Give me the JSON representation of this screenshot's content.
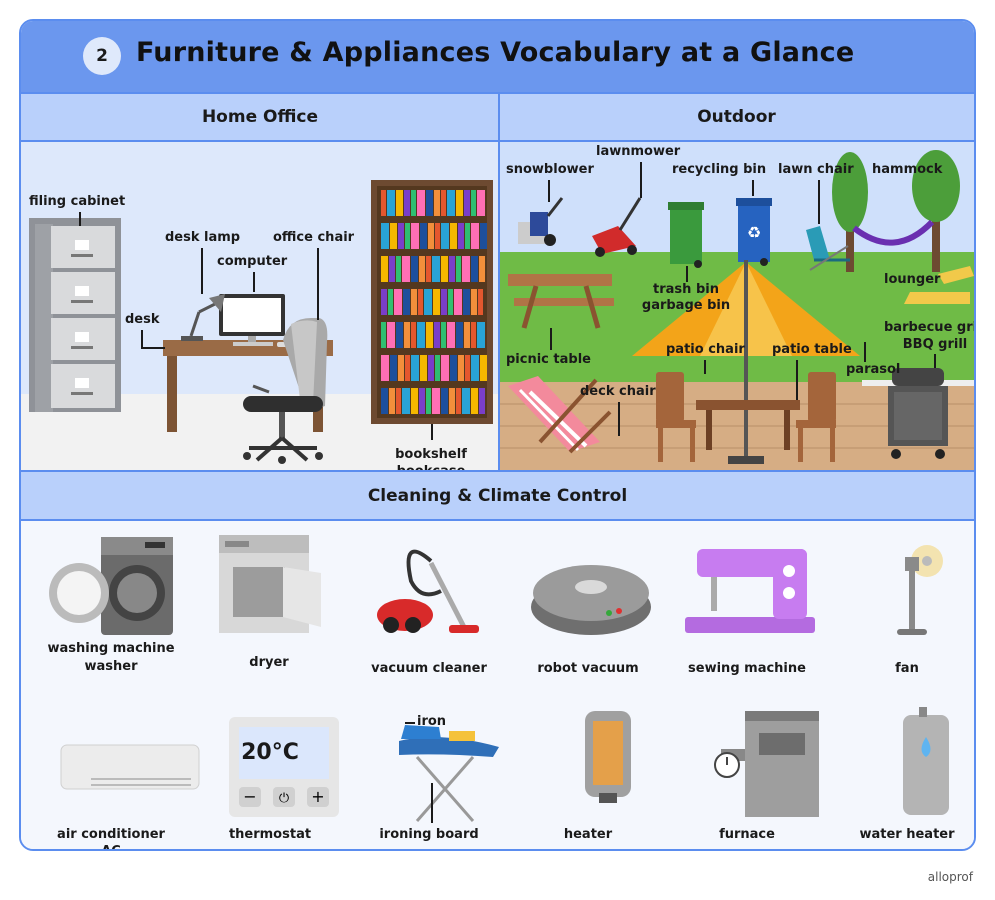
{
  "header": {
    "badge": "2",
    "title": "Furniture & Appliances Vocabulary at a Glance"
  },
  "sections": {
    "home_office": "Home Office",
    "outdoor": "Outdoor",
    "cleaning": "Cleaning & Climate Control"
  },
  "home_office": {
    "filing_cabinet": "filing cabinet",
    "desk_lamp": "desk lamp",
    "office_chair": "office chair",
    "computer": "computer",
    "desk": "desk",
    "bookshelf": "bookshelf",
    "bookcase": "bookcase"
  },
  "outdoor": {
    "lawnmower": "lawnmower",
    "snowblower": "snowblower",
    "recycling_bin": "recycling bin",
    "lawn_chair": "lawn chair",
    "hammock": "hammock",
    "trash_bin": "trash bin",
    "garbage_bin": "garbage bin",
    "lounger": "lounger",
    "barbecue_grill": "barbecue grill",
    "bbq_grill": "BBQ grill",
    "picnic_table": "picnic table",
    "patio_chair": "patio chair",
    "patio_table": "patio table",
    "parasol": "parasol",
    "deck_chair": "deck chair"
  },
  "cleaning": {
    "washing_machine": "washing machine",
    "washer": "washer",
    "dryer": "dryer",
    "vacuum_cleaner": "vacuum cleaner",
    "robot_vacuum": "robot vacuum",
    "sewing_machine": "sewing machine",
    "fan": "fan",
    "air_conditioner": "air conditioner",
    "ac": "AC",
    "thermostat": "thermostat",
    "thermostat_display": "20°C",
    "iron": "iron",
    "ironing_board": "ironing board",
    "heater": "heater",
    "furnace": "furnace",
    "water_heater": "water heater"
  },
  "brand": "alloprof",
  "colors": {
    "header": "#6b97ee",
    "section": "#b9d0fb",
    "border": "#5b8def"
  }
}
